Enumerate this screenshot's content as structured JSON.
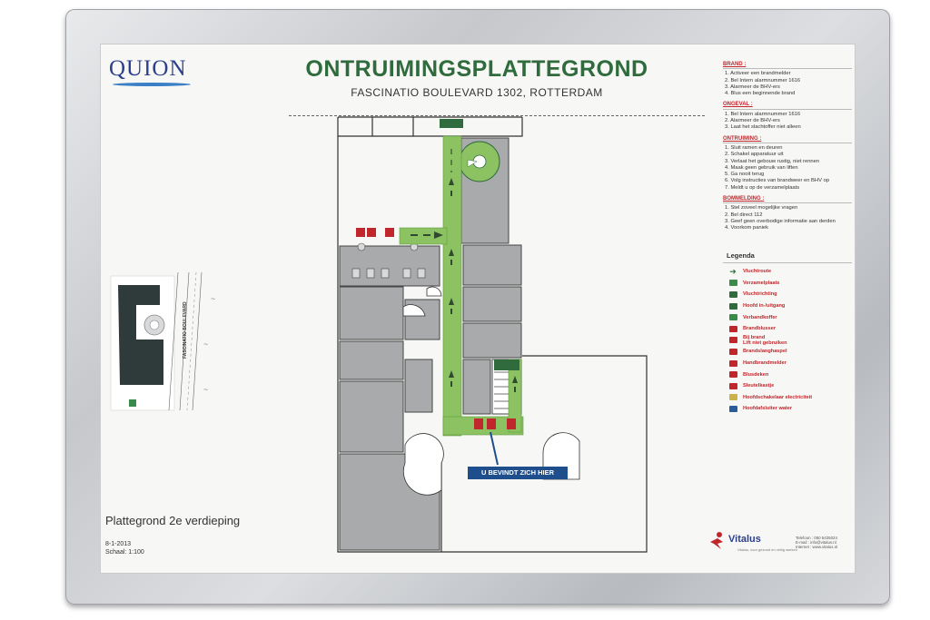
{
  "logo": "QUION",
  "title": "ONTRUIMINGSPLATTEGROND",
  "subtitle": "FASCINATIO BOULEVARD 1302, ROTTERDAM",
  "instructions": [
    {
      "heading": "BRAND :",
      "items": [
        "1.  Activeer een brandmelder",
        "2.  Bel Intern alarmnummer 1616",
        "3.  Alarmeer de BHV-ers",
        "4.  Blus een beginnende brand"
      ]
    },
    {
      "heading": "ONGEVAL :",
      "items": [
        "1.  Bel Intern alarmnummer 1616",
        "2.  Alarmeer de BHV-ers",
        "3.  Laat het slachtoffer niet alleen"
      ]
    },
    {
      "heading": "ONTRUIMING :",
      "items": [
        "1.  Sluit ramen en deuren",
        "2.  Schakel apparatuur uit",
        "3.  Verlaat het gebouw rustig, niet rennen",
        "4.  Maak geen gebruik van liften",
        "5.  Ga nooit terug",
        "6.  Volg instructies van brandweer en BHV op",
        "7.  Meldt u op de verzamelplaats"
      ]
    },
    {
      "heading": "BOMMELDING :",
      "items": [
        "1.  Stel zoveel mogelijke vragen",
        "2.  Bel direct 112",
        "3.  Geef geen overbodige informatie aan derden",
        "4.  Voorkom paniek"
      ]
    }
  ],
  "legend": {
    "title": "Legenda",
    "items": [
      {
        "label": "Vluchtroute",
        "icon": "arrow-icon",
        "color": "#2f6b3c"
      },
      {
        "label": "Verzamelplaats",
        "icon": "assembly-point-icon",
        "color": "#3a8a4a"
      },
      {
        "label": "Vluchtrichting",
        "icon": "exit-direction-icon",
        "color": "#2f6b3c"
      },
      {
        "label": "Hoofd in-/uitgang",
        "icon": "main-entrance-icon",
        "color": "#2f6b3c"
      },
      {
        "label": "Verbandkoffer",
        "icon": "first-aid-icon",
        "color": "#3a8a4a"
      },
      {
        "label": "Brandblusser",
        "icon": "extinguisher-icon",
        "color": "#c0272d"
      },
      {
        "label": "Bij brand\nLift niet gebruiken",
        "icon": "no-lift-icon",
        "color": "#c0272d"
      },
      {
        "label": "Brandslanghaspel",
        "icon": "fire-hose-icon",
        "color": "#c0272d"
      },
      {
        "label": "Handbrandmelder",
        "icon": "fire-alarm-icon",
        "color": "#c0272d"
      },
      {
        "label": "Blusdeken",
        "icon": "fire-blanket-icon",
        "color": "#c0272d"
      },
      {
        "label": "Sleutelkastje",
        "icon": "key-box-icon",
        "color": "#c0272d"
      },
      {
        "label": "Hoofdschakelaar electriciteit",
        "icon": "main-switch-icon",
        "color": "#c9b34a"
      },
      {
        "label": "Hoofdafsluiter water",
        "icon": "water-valve-icon",
        "color": "#2b5c9c"
      }
    ]
  },
  "map": {
    "street": "FASCINATIO BOULEVARD",
    "you_are_here": "U BEVINDT ZICH HIER",
    "route_color": "#8cc262",
    "room_color": "#a8aaab"
  },
  "plan_title": "Plattegrond 2e verdieping",
  "date": "8-1-2013",
  "scale": "Schaal:    1:100",
  "vitalus": "Vitalus",
  "vitalus_tagline": "Vitalus, voor gezond en veilig werken",
  "contact": [
    "Telefoon : 050 5425024",
    "E-mail   : info@vitalus.nl",
    "Internet : www.vitalus.nl"
  ]
}
